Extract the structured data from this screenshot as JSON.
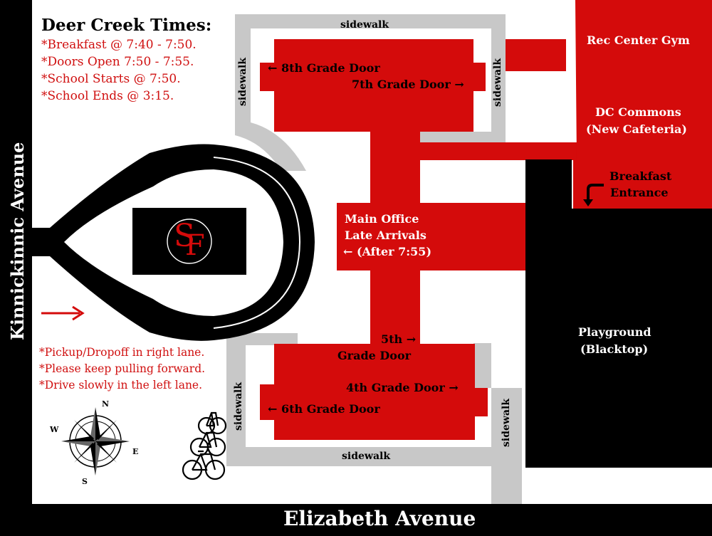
{
  "colors": {
    "building": "#d40b0b",
    "sidewalk": "#c8c8c8",
    "road": "#000000",
    "ground": "#ffffff",
    "note_text": "#d01010"
  },
  "times": {
    "title": "Deer Creek Times:",
    "items": [
      "*Breakfast @ 7:40 - 7:50.",
      "*Doors Open  7:50 - 7:55.",
      "*School Starts @ 7:50.",
      "*School Ends @ 3:15."
    ]
  },
  "notes": [
    "*Pickup/Dropoff in right lane.",
    "*Please keep pulling forward.",
    "*Drive slowly in the left lane."
  ],
  "streets": {
    "west": "Kinnickinnic Avenue",
    "south": "Elizabeth Avenue"
  },
  "sidewalks": {
    "top": "sidewalk",
    "bottom": "sidewalk",
    "left_upper": "sidewalk",
    "right_upper": "sidewalk",
    "left_lower": "sidewalk",
    "right_lower": "sidewalk"
  },
  "labels": {
    "grade8": "← 8th Grade Door",
    "grade7": "7th Grade Door →",
    "rec": "Rec Center Gym",
    "commons_1": "DC Commons",
    "commons_2": "(New Cafeteria)",
    "breakfast_1": "Breakfast",
    "breakfast_2": "Entrance",
    "office_1": "Main Office",
    "office_2": "Late Arrivals",
    "office_3": "← (After 7:55)",
    "grade5_1": "5th →",
    "grade5_2": "Grade Door",
    "grade4": "4th Grade Door →",
    "grade6": "← 6th Grade Door",
    "playground_1": "Playground",
    "playground_2": "(Blacktop)"
  },
  "logo": {
    "text_s": "S",
    "text_f": "F"
  },
  "compass": {
    "n": "N",
    "s": "S",
    "e": "E",
    "w": "W"
  },
  "icons": {
    "arrow": "right-arrow-icon",
    "compass": "compass-rose-icon",
    "bikes": "bicycle-rack-icon"
  }
}
